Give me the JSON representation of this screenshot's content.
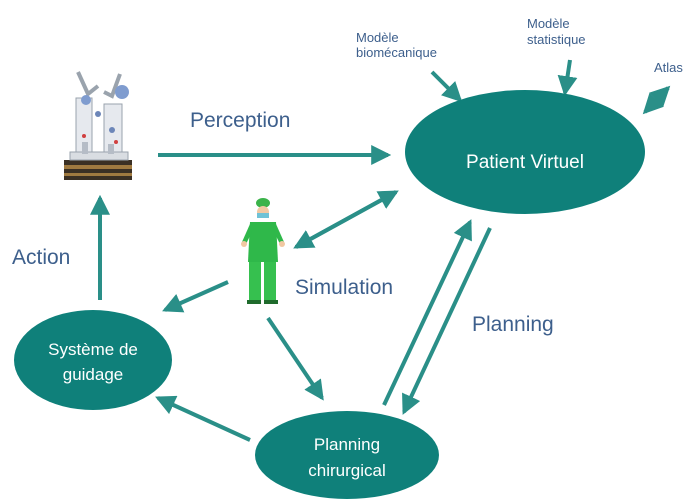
{
  "colors": {
    "node_fill": "#0f807a",
    "arrow": "#2a8f88",
    "label": "#3d5f8c",
    "node_text": "#ffffff"
  },
  "nodes": {
    "patient_virtuel": "Patient Virtuel",
    "systeme_guidage": [
      "Système de",
      "guidage"
    ],
    "planning_chirurgical": [
      "Planning",
      "chirurgical"
    ]
  },
  "labels": {
    "perception": "Perception",
    "action": "Action",
    "simulation": "Simulation",
    "planning": "Planning",
    "modele_biomecanique": [
      "Modèle",
      "biomécanique"
    ],
    "modele_statistique": [
      "Modèle",
      "statistique"
    ],
    "atlas": "Atlas"
  },
  "icons": {
    "robot": "surgical-robot-icon",
    "surgeon": "surgeon-figure-icon"
  }
}
